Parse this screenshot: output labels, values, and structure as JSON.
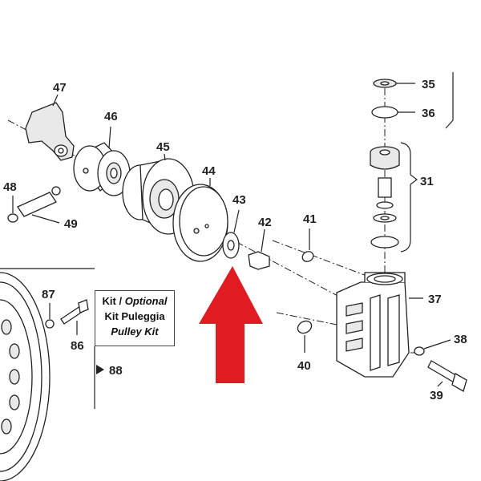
{
  "diagram": {
    "callouts": {
      "c35": "35",
      "c36": "36",
      "c31": "31",
      "c37": "37",
      "c38": "38",
      "c39": "39",
      "c40": "40",
      "c41": "41",
      "c42": "42",
      "c43": "43",
      "c44": "44",
      "c45": "45",
      "c46": "46",
      "c47": "47",
      "c48": "48",
      "c49": "49",
      "c86": "86",
      "c87": "87",
      "c88": "88"
    },
    "kit_box": {
      "line1_a": "Kit / ",
      "line1_b": "Optional",
      "line2": "Kit Puleggia",
      "line3": "Pulley Kit"
    },
    "highlight": {
      "color": "#e11b22",
      "points_to": "43"
    }
  }
}
